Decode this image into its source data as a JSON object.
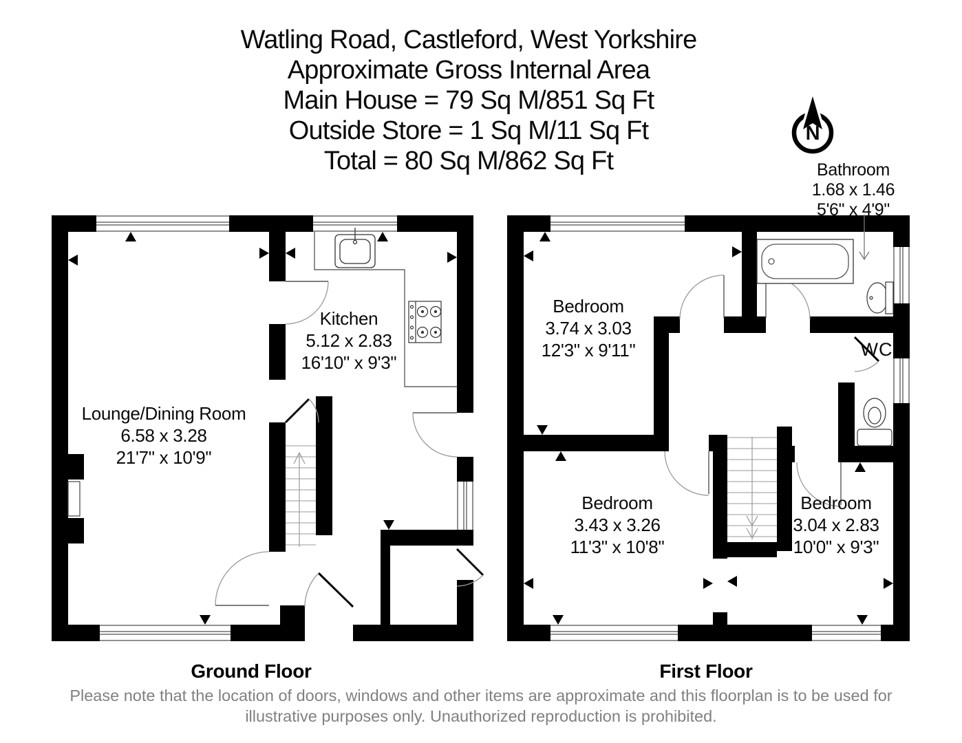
{
  "title": {
    "line1": "Watling Road, Castleford, West Yorkshire",
    "line2": "Approximate Gross Internal Area",
    "line3": "Main House =  79 Sq M/851 Sq Ft",
    "line4": "Outside Store = 1 Sq M/11 Sq Ft",
    "line5": "Total = 80 Sq M/862 Sq Ft"
  },
  "north": {
    "label": "N"
  },
  "callout": {
    "room": "Bathroom",
    "metric": "1.68 x 1.46",
    "imperial": "5'6\" x 4'9\""
  },
  "ground_floor": {
    "caption": "Ground Floor",
    "rooms": [
      {
        "name": "Kitchen",
        "metric": "5.12 x 2.83",
        "imperial": "16'10\" x 9'3\""
      },
      {
        "name": "Lounge/Dining Room",
        "metric": "6.58 x 3.28",
        "imperial": "21'7\" x 10'9\""
      }
    ]
  },
  "first_floor": {
    "caption": "First Floor",
    "rooms": [
      {
        "name": "Bedroom",
        "metric": "3.74 x 3.03",
        "imperial": "12'3\" x 9'11\""
      },
      {
        "name": "Bedroom",
        "metric": "3.43 x 3.26",
        "imperial": "11'3\" x 10'8\""
      },
      {
        "name": "Bedroom",
        "metric": "3.04 x 2.83",
        "imperial": "10'0\" x 9'3\""
      },
      {
        "name": "WC"
      }
    ]
  },
  "disclaimer": "Please note that the location of doors, windows and other items are approximate and this floorplan is to be used for illustrative purposes only. Unauthorized reproduction is prohibited.",
  "colors": {
    "wall": "#000000",
    "fixture_line": "#333333",
    "door_arc": "#999999",
    "disclaimer_text": "#808080",
    "background": "#ffffff"
  }
}
